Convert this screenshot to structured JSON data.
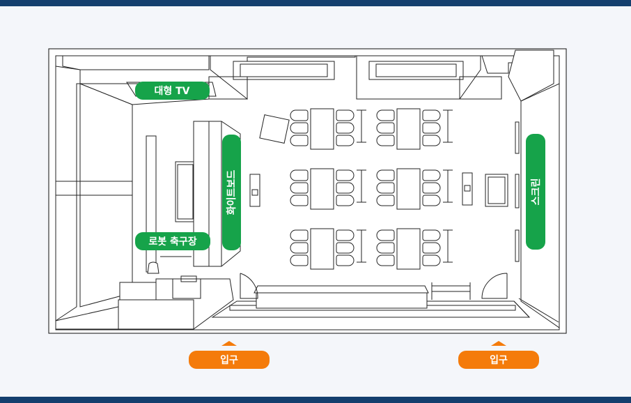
{
  "labels": {
    "tv": "대형 TV",
    "whiteboard": "화이트보드",
    "robot_soccer": "로봇 축구장",
    "screen": "스크린",
    "entrance_left": "입구",
    "entrance_right": "입구"
  },
  "colors": {
    "header_bar": "#143f6e",
    "label_green": "#16a34a",
    "entrance_orange": "#f47b0b",
    "background": "#f4f6fa"
  },
  "icons": {
    "entrance_arrow": "triangle-up-icon"
  }
}
